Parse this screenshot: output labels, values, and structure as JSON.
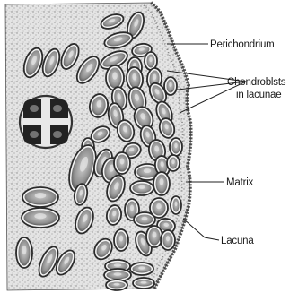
{
  "diagram": {
    "labels": {
      "perichondrium": "Perichondrium",
      "chondroblasts_line1": "Chondroblsts",
      "chondroblasts_line2": "in lacunae",
      "matrix": "Matrix",
      "lacuna": "Lacuna"
    }
  }
}
